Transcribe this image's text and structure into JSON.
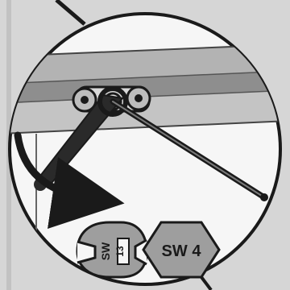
{
  "instruction": {
    "rotation_arrow": "curved-arrow-icon",
    "tools": {
      "open_wrench": {
        "prefix": "SW",
        "size": "13",
        "icon": "open-end-wrench-icon"
      },
      "hex_key": {
        "label": "SW 4",
        "icon": "hex-socket-icon"
      }
    },
    "colors": {
      "background": "#d6d6d6",
      "circle_fill": "#ffffff",
      "rail": "#a9a9a9",
      "ink": "#1a1a1a",
      "badge_fill": "#9e9e9e"
    }
  }
}
